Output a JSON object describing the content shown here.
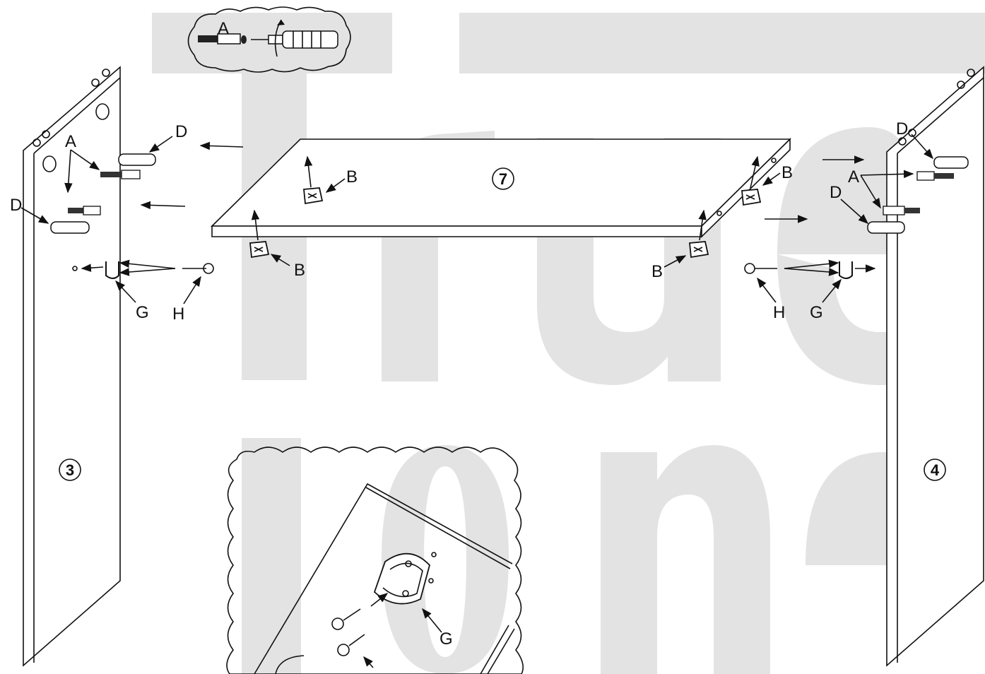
{
  "diagram": {
    "watermark": {
      "line1": "True",
      "line2": "lone"
    },
    "panels": [
      {
        "id": "side-left",
        "number": "3"
      },
      {
        "id": "shelf-top",
        "number": "7"
      },
      {
        "id": "side-right",
        "number": "4"
      }
    ],
    "part_labels": {
      "cam_bolt": "A",
      "cam_lock": "B",
      "dowel": "D",
      "rail_bracket": "G",
      "screw": "H"
    },
    "detail_insets": [
      "cam bolt install",
      "rail bracket install"
    ]
  }
}
